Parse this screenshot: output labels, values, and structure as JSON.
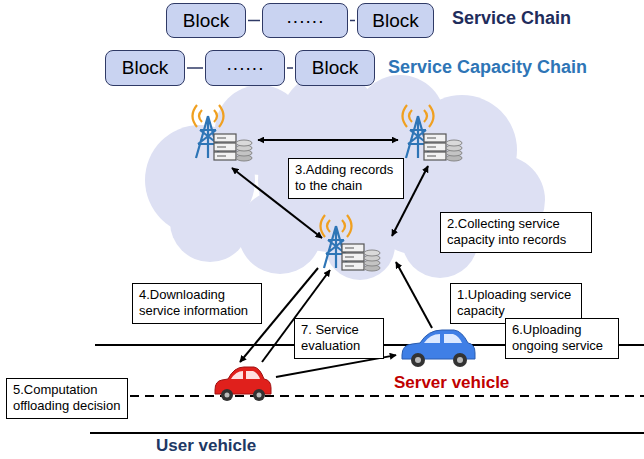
{
  "diagram": {
    "nodes": [
      {
        "text": [
          "Block"
        ]
      },
      {
        "text": [
          "······"
        ]
      },
      {
        "text": [
          "Block"
        ]
      },
      {
        "text": [
          "Block"
        ]
      },
      {
        "text": [
          "······"
        ]
      },
      {
        "text": [
          "Block"
        ]
      },
      {
        "text": [
          "3.Adding records to the chain"
        ]
      },
      {
        "text": [
          "2.Collecting service capacity into records"
        ]
      },
      {
        "text": [
          "4.Downloading service information"
        ]
      },
      {
        "text": [
          "1.Uploading service capacity"
        ]
      },
      {
        "text": [
          "7. Service evaluation"
        ]
      },
      {
        "text": [
          "6.Uploading ongoing service"
        ]
      },
      {
        "text": [
          "5.Computation offloading decision"
        ]
      },
      {
        "text": [
          "Server vehicle"
        ]
      },
      {
        "text": [
          "User vehicle"
        ]
      }
    ],
    "edges": [
      {
        "from": 0,
        "to": 1,
        "arrow": "none"
      },
      {
        "from": 1,
        "to": 2,
        "arrow": "none"
      },
      {
        "from": 3,
        "to": 4,
        "arrow": "none"
      },
      {
        "from": 4,
        "to": 5,
        "arrow": "none"
      },
      {
        "from": 14,
        "to": 13,
        "arrow": "to"
      }
    ],
    "labels": [
      "Service Chain",
      "Service Capacity Chain"
    ]
  }
}
